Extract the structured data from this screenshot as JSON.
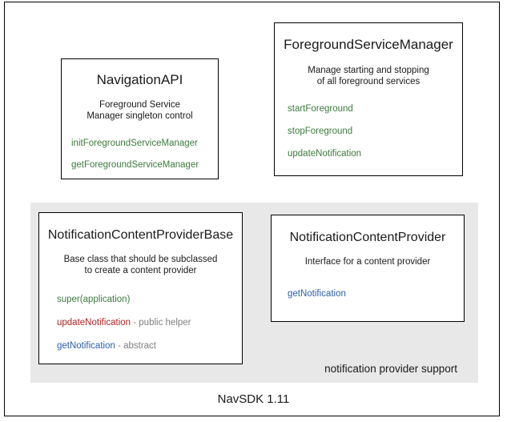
{
  "diagram": {
    "footer_caption": "NavSDK 1.11",
    "group_panel": {
      "label": "notification provider support",
      "background_color": "#e8e8e8"
    },
    "colors": {
      "green": "#3d7a3d",
      "red": "#b32222",
      "blue": "#2b5fad",
      "note_gray": "#808080",
      "text_black": "#1a1a1a",
      "panel_gray": "#e8e8e8",
      "border_black": "#000000"
    },
    "boxes": [
      {
        "id": "navigation-api",
        "title": "NavigationAPI",
        "description_lines": [
          "Foreground Service",
          "Manager singleton control"
        ],
        "members": [
          {
            "name": "initForegroundServiceManager",
            "color": "green",
            "note": ""
          },
          {
            "name": "getForegroundServiceManager",
            "color": "green",
            "note": ""
          }
        ]
      },
      {
        "id": "foreground-service-manager",
        "title": "ForegroundServiceManager",
        "description_lines": [
          "Manage starting and stopping",
          "of all foreground services"
        ],
        "members": [
          {
            "name": "startForeground",
            "color": "green",
            "note": ""
          },
          {
            "name": "stopForeground",
            "color": "green",
            "note": ""
          },
          {
            "name": "updateNotification",
            "color": "green",
            "note": ""
          }
        ]
      },
      {
        "id": "notification-content-provider-base",
        "title": "NotificationContentProviderBase",
        "description_lines": [
          "Base class that should be subclassed",
          "to create a content provider"
        ],
        "members": [
          {
            "name": "super(application)",
            "color": "green",
            "note": ""
          },
          {
            "name": "updateNotification",
            "color": "red",
            "note": " - public helper"
          },
          {
            "name": "getNotification",
            "color": "blue",
            "note": " - abstract"
          }
        ]
      },
      {
        "id": "notification-content-provider",
        "title": "NotificationContentProvider",
        "description_lines": [
          "Interface for a content provider"
        ],
        "members": [
          {
            "name": "getNotification",
            "color": "blue",
            "note": ""
          }
        ]
      }
    ]
  }
}
